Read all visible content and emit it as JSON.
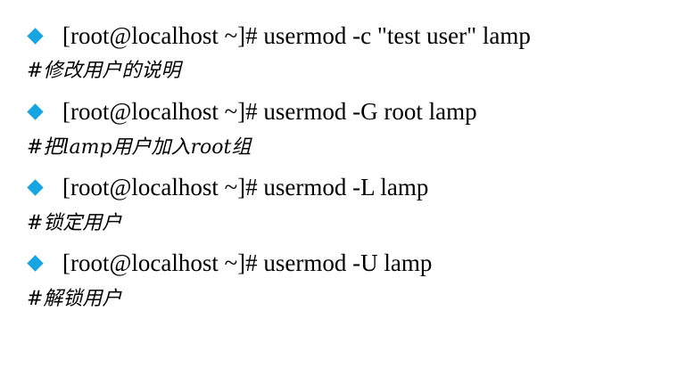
{
  "colors": {
    "bullet": "#16a5e0",
    "text": "#000000",
    "background": "#ffffff"
  },
  "icons": {
    "bullet": "diamond-bullet-icon"
  },
  "entries": [
    {
      "command": "[root@localhost ~]# usermod -c \"test user\" lamp",
      "comment": "#修改用户的说明"
    },
    {
      "command": "[root@localhost ~]# usermod -G root lamp",
      "comment": "#把lamp用户加入root组"
    },
    {
      "command": "[root@localhost ~]# usermod -L lamp",
      "comment": "#锁定用户"
    },
    {
      "command": "[root@localhost ~]# usermod -U lamp",
      "comment": "#解锁用户"
    }
  ]
}
